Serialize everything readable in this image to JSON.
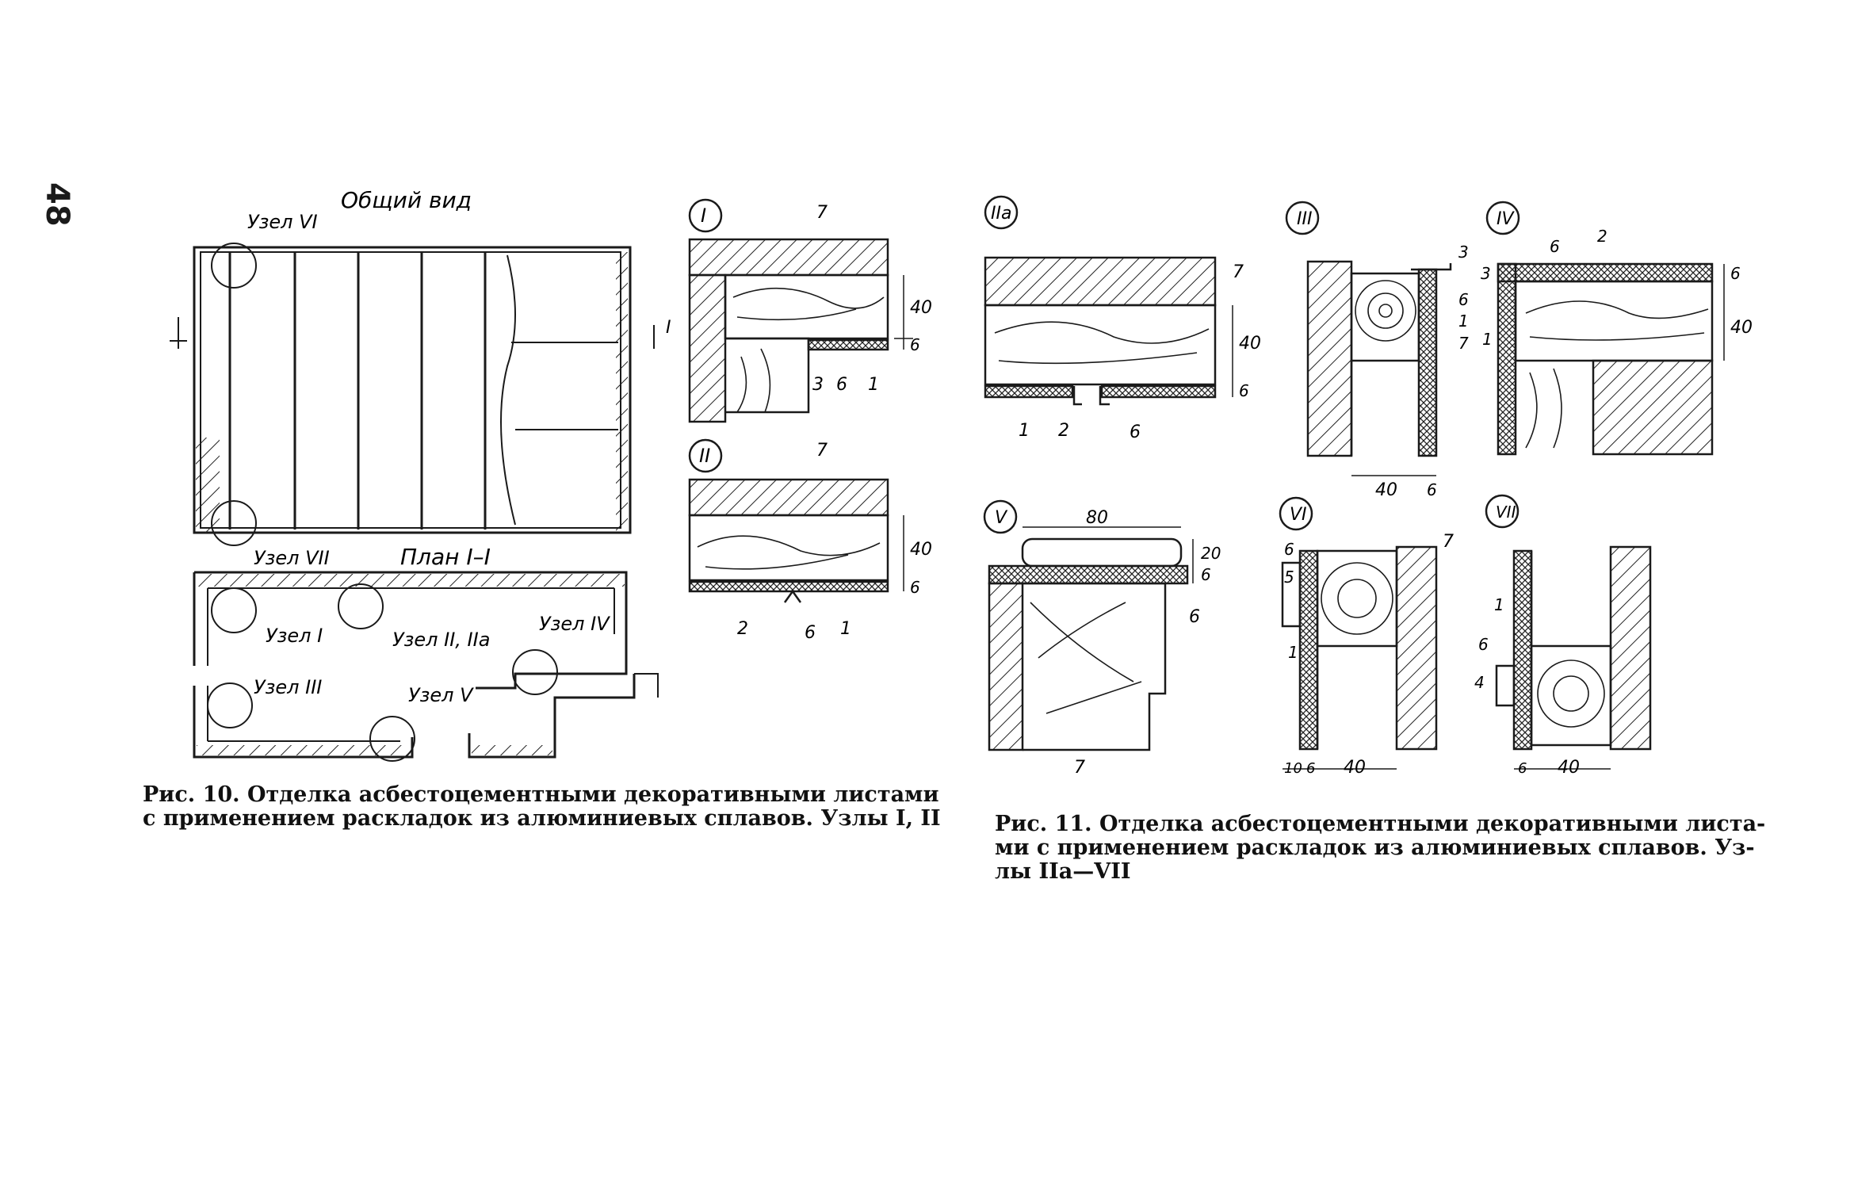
{
  "page_number": "48",
  "fig10": {
    "view_title": "Общий вид",
    "plan_title": "План I–I",
    "section_mark": "I",
    "nodes": {
      "n6": "Узел VI",
      "n7": "Узел VII",
      "n1": "Узел I",
      "n2": "Узел II, IIа",
      "n3": "Узел III",
      "n4": "Узел IV",
      "n5": "Узел V"
    },
    "caption_line1": "Рис. 10. Отделка асбестоцементными декоративными листами",
    "caption_line2": "с применением раскладок из алюминиевых сплавов. Узлы I, II"
  },
  "fig11": {
    "caption_line1": "Рис. 11. Отделка асбестоцементными декоративными листа-",
    "caption_line2": "ми с применением раскладок из алюминиевых сплавов. Уз-",
    "caption_line3": "лы IIа—VII"
  },
  "details": {
    "I": {
      "id": "I",
      "labels": [
        "7",
        "3",
        "6",
        "1"
      ],
      "dims": [
        "40",
        "6"
      ]
    },
    "II": {
      "id": "II",
      "labels": [
        "7",
        "2",
        "6",
        "1"
      ],
      "dims": [
        "40",
        "6"
      ]
    },
    "IIa": {
      "id": "IIа",
      "labels": [
        "7",
        "1",
        "2",
        "6"
      ],
      "dims": [
        "40",
        "6"
      ]
    },
    "III": {
      "id": "III",
      "labels": [
        "3",
        "6",
        "1",
        "7"
      ],
      "dims": [
        "40",
        "6"
      ]
    },
    "IV": {
      "id": "IV",
      "labels": [
        "6",
        "2",
        "3",
        "1"
      ],
      "dims": [
        "6",
        "40"
      ]
    },
    "V": {
      "id": "V",
      "labels": [
        "6",
        "7"
      ],
      "dims": [
        "80",
        "20",
        "6"
      ]
    },
    "VI": {
      "id": "VI",
      "labels": [
        "6",
        "5",
        "1",
        "7"
      ],
      "dims": [
        "10",
        "6",
        "40"
      ]
    },
    "VII": {
      "id": "VII",
      "labels": [
        "1",
        "6",
        "4"
      ],
      "dims": [
        "6",
        "40"
      ]
    }
  }
}
